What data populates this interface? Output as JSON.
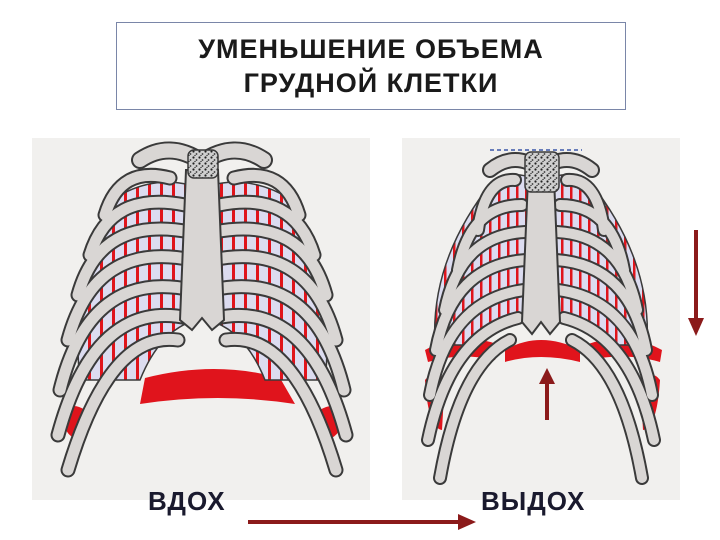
{
  "title": {
    "line1": "УМЕНЬШЕНИЕ ОБЪЕМА",
    "line2": "ГРУДНОЙ КЛЕТКИ"
  },
  "labels": {
    "inhale": "ВДОХ",
    "exhale": "ВЫДОХ"
  },
  "colors": {
    "bone": "#d9d6d4",
    "bone_outline": "#3a3a3a",
    "muscle_red": "#e0141c",
    "lung_lavender": "#dcdcf0",
    "arrow": "#8b1a1a",
    "title_border": "#7a86a8"
  }
}
